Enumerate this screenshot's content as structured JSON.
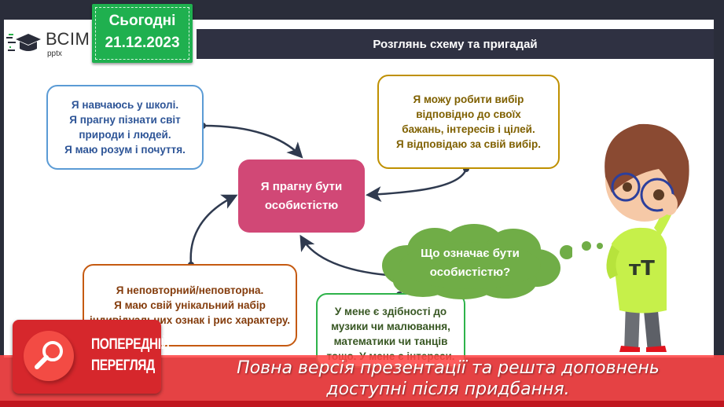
{
  "header": {
    "logo": {
      "name": "ВСІМ",
      "sub": "pptx"
    },
    "date_tag": {
      "label": "Сьогодні",
      "date": "21.12.2023"
    },
    "title": "Розглянь схему та пригадай"
  },
  "diagram": {
    "center": {
      "lines": [
        "Я прагну бути",
        "особистістю"
      ]
    },
    "boxes": {
      "blue": {
        "lines": [
          "Я навчаюсь у школі.",
          "Я прагну пізнати світ",
          "природи і людей.",
          "Я маю розум і почуття."
        ]
      },
      "gold": {
        "lines": [
          "Я можу робити вибір",
          "відповідно до своїх",
          "бажань, інтересів і цілей.",
          "Я відповідаю за свій вибір."
        ]
      },
      "orange": {
        "lines": [
          "Я неповторний/неповторна.",
          "Я маю свій унікальний набір",
          "індивідуальних ознак і рис характеру."
        ]
      },
      "green": {
        "lines": [
          "У мене є здібності до",
          "музики чи малювання,",
          "математики чи танців",
          "тощо. У мене є інтереси."
        ]
      }
    },
    "cloud": {
      "lines": [
        "Що  означає бути",
        "особистістю?"
      ]
    }
  },
  "overlay": {
    "preview_badge": {
      "line1": "ПОПЕРЕДНІЙ",
      "line2": "ПЕРЕГЛЯД"
    },
    "banner": {
      "line1": "Повна версія презентації та решта доповнень",
      "line2": "доступні після придбання."
    }
  },
  "colors": {
    "frame": "#2a2d3a",
    "title_bar": "#2f3142",
    "date_tag": "#1fb04f",
    "center": "#d14876",
    "cloud": "#70ad47",
    "banner": "#ff4646",
    "badge": "#d6272c"
  }
}
